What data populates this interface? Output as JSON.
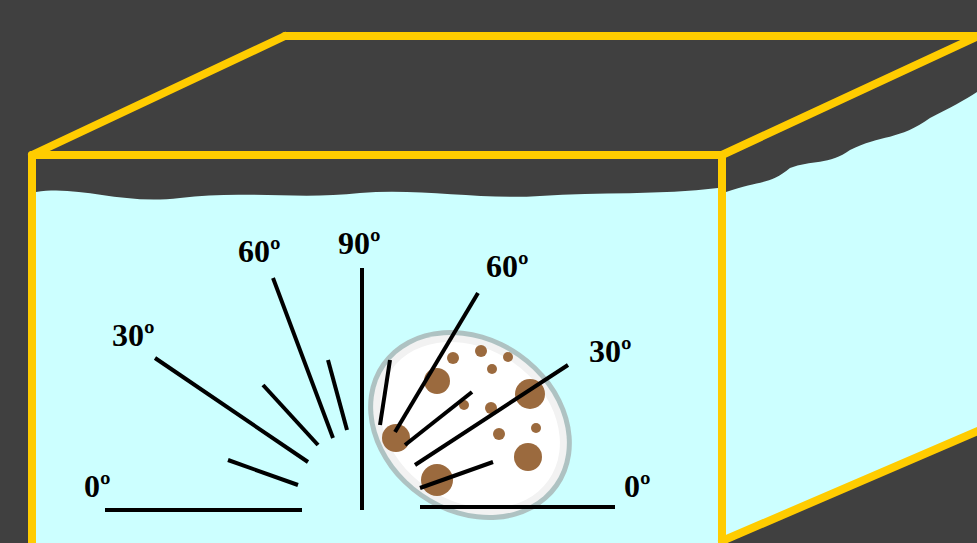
{
  "diagram": {
    "labels": [
      "30º",
      "60º",
      "90º",
      "60º",
      "30º",
      "0º",
      "0º"
    ]
  }
}
